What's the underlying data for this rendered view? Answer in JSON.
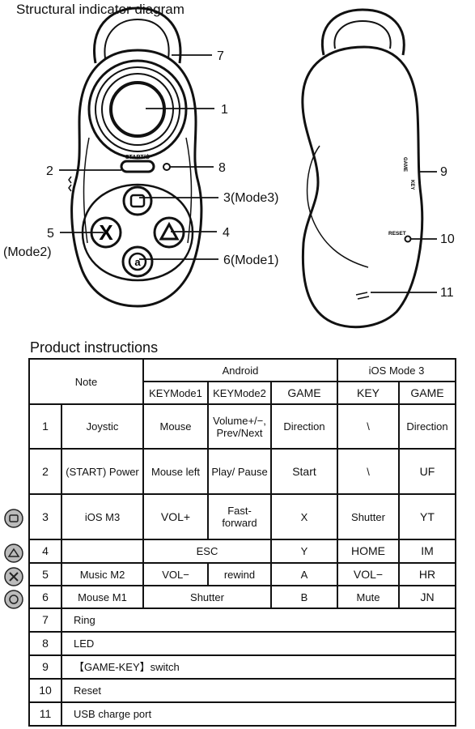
{
  "headings": {
    "diagram": "Structural indicator diagram",
    "table": "Product instructions"
  },
  "device": {
    "start_label": "START/⏻",
    "game_label": "GAME",
    "key_label": "KEY",
    "reset_label": "RESET",
    "button_glyphs": {
      "mode2": "X",
      "mode1": "a"
    }
  },
  "callouts": {
    "c1": "1",
    "c2": "2",
    "c3": "3(Mode3)",
    "c4": "4",
    "c5": "5",
    "c5b": "(Mode2)",
    "c6": "6(Mode1)",
    "c7": "7",
    "c8": "8",
    "c9": "9",
    "c10": "10",
    "c11": "11"
  },
  "table": {
    "header": {
      "note": "Note",
      "android": "Android",
      "ios": "iOS Mode 3",
      "keymode1": "KEYMode1",
      "keymode2": "KEYMode2",
      "game": "GAME",
      "key": "KEY",
      "ios_game": "GAME"
    },
    "rows": {
      "r1": {
        "num": "1",
        "note": "Joystic",
        "km1": "Mouse",
        "km2": "Volume+/−, Prev/Next",
        "game": "Direction",
        "key": "\\",
        "iosgame": "Direction"
      },
      "r2": {
        "num": "2",
        "note": "(START) Power",
        "km1": "Mouse left",
        "km2": "Play/ Pause",
        "game": "Start",
        "key": "\\",
        "iosgame": "UF"
      },
      "r3": {
        "num": "3",
        "note": "iOS M3",
        "km1": "VOL+",
        "km2": "Fast- forward",
        "game": "X",
        "key": "Shutter",
        "iosgame": "YT"
      },
      "r4": {
        "num": "4",
        "merged": "ESC",
        "game": "Y",
        "key": "HOME",
        "iosgame": "IM"
      },
      "r5": {
        "num": "5",
        "note": "Music M2",
        "km1": "VOL−",
        "km2": "rewind",
        "game": "A",
        "key": "VOL−",
        "iosgame": "HR"
      },
      "r6": {
        "num": "6",
        "note": "Mouse M1",
        "merged": "Shutter",
        "game": "B",
        "key": "Mute",
        "iosgame": "JN"
      },
      "r7": {
        "num": "7",
        "text": "Ring"
      },
      "r8": {
        "num": "8",
        "text": "LED"
      },
      "r9": {
        "num": "9",
        "text": "【GAME-KEY】switch"
      },
      "r10": {
        "num": "10",
        "text": "Reset"
      },
      "r11": {
        "num": "11",
        "text": "USB charge port"
      }
    }
  }
}
